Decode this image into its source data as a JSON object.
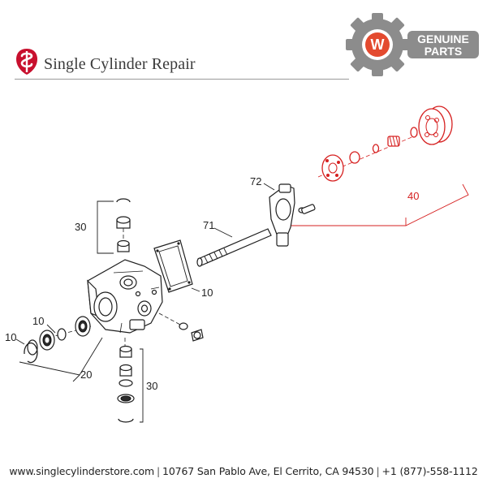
{
  "brand": {
    "name": "Single Cylinder Repair",
    "logo_color": "#c8102e"
  },
  "badge": {
    "line1": "GENUINE",
    "line2": "PARTS",
    "letter": "W",
    "gear_color": "#8c8c8c",
    "accent_color": "#e34a2f"
  },
  "diagram": {
    "callouts": {
      "c10_flange": "10",
      "c10_washer": "10",
      "c10_ring": "10",
      "c20": "20",
      "c30_top": "30",
      "c30_bottom": "30",
      "c40": "40",
      "c71": "71",
      "c72": "72"
    },
    "highlight_color": "#d62020"
  },
  "footer": {
    "website": "www.singlecylinderstore.com",
    "address": "10767 San Pablo Ave, El Cerrito, CA 94530",
    "phone": "+1 (877)-558-1112",
    "separator": "|"
  }
}
